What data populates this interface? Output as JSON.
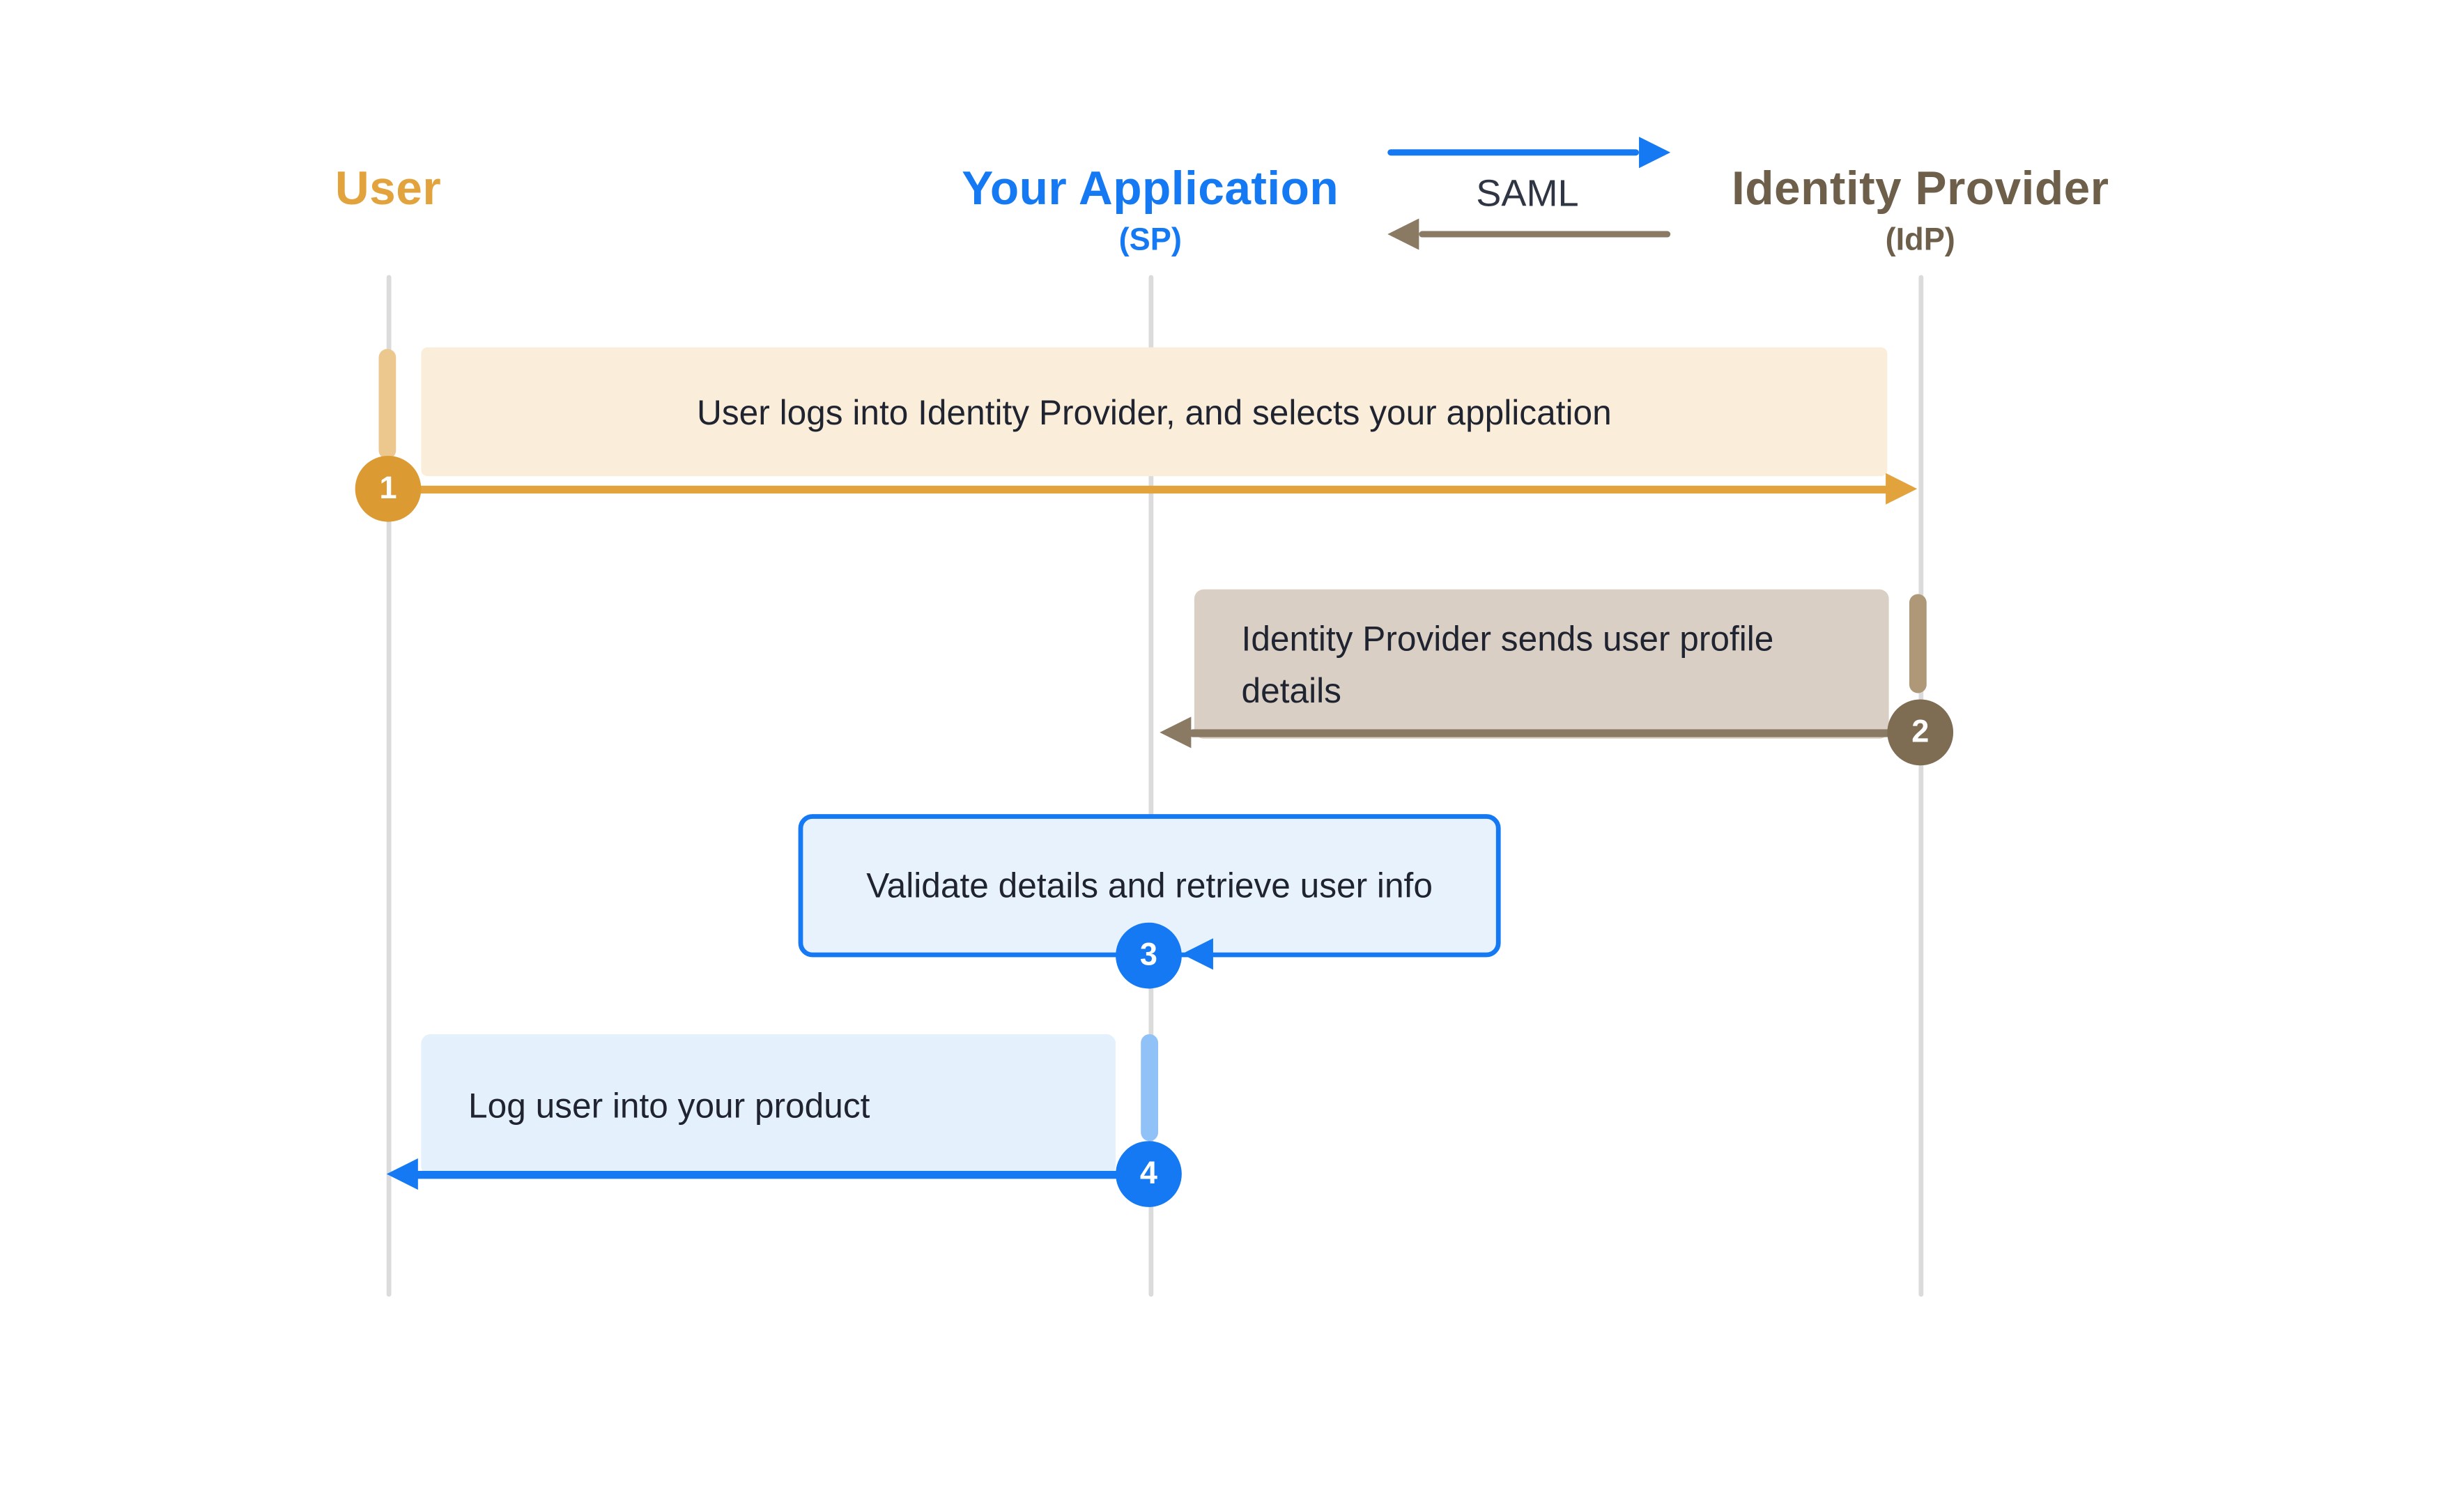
{
  "diagram": {
    "actors": [
      {
        "label": "User",
        "sub": ""
      },
      {
        "label": "Your Application",
        "sub": "(SP)"
      },
      {
        "label": "Identity Provider",
        "sub": "(IdP)"
      }
    ],
    "protocol": {
      "label": "SAML"
    },
    "steps": [
      {
        "num": "1",
        "text": "User logs into Identity Provider, and selects your application",
        "from": "User",
        "to": "Identity Provider"
      },
      {
        "num": "2",
        "text": "Identity Provider sends user profile details",
        "from": "Identity Provider",
        "to": "Your Application"
      },
      {
        "num": "3",
        "text": "Validate details and retrieve user info",
        "from": "Your Application",
        "to": "Your Application"
      },
      {
        "num": "4",
        "text": "Log user into your product",
        "from": "Your Application",
        "to": "User"
      }
    ],
    "colors": {
      "user_accent": "#E2A33D",
      "app_accent": "#1479F2",
      "idp_accent": "#8A7963",
      "idp_title": "#6E5F4A",
      "step1_fill": "#FAEEDA",
      "step2_fill": "#D9CFC5",
      "step3_fill": "#E8F2FD",
      "step4_fill": "#E4F0FC",
      "lifeline": "#DBDBDB",
      "text": "#1F2430"
    }
  }
}
